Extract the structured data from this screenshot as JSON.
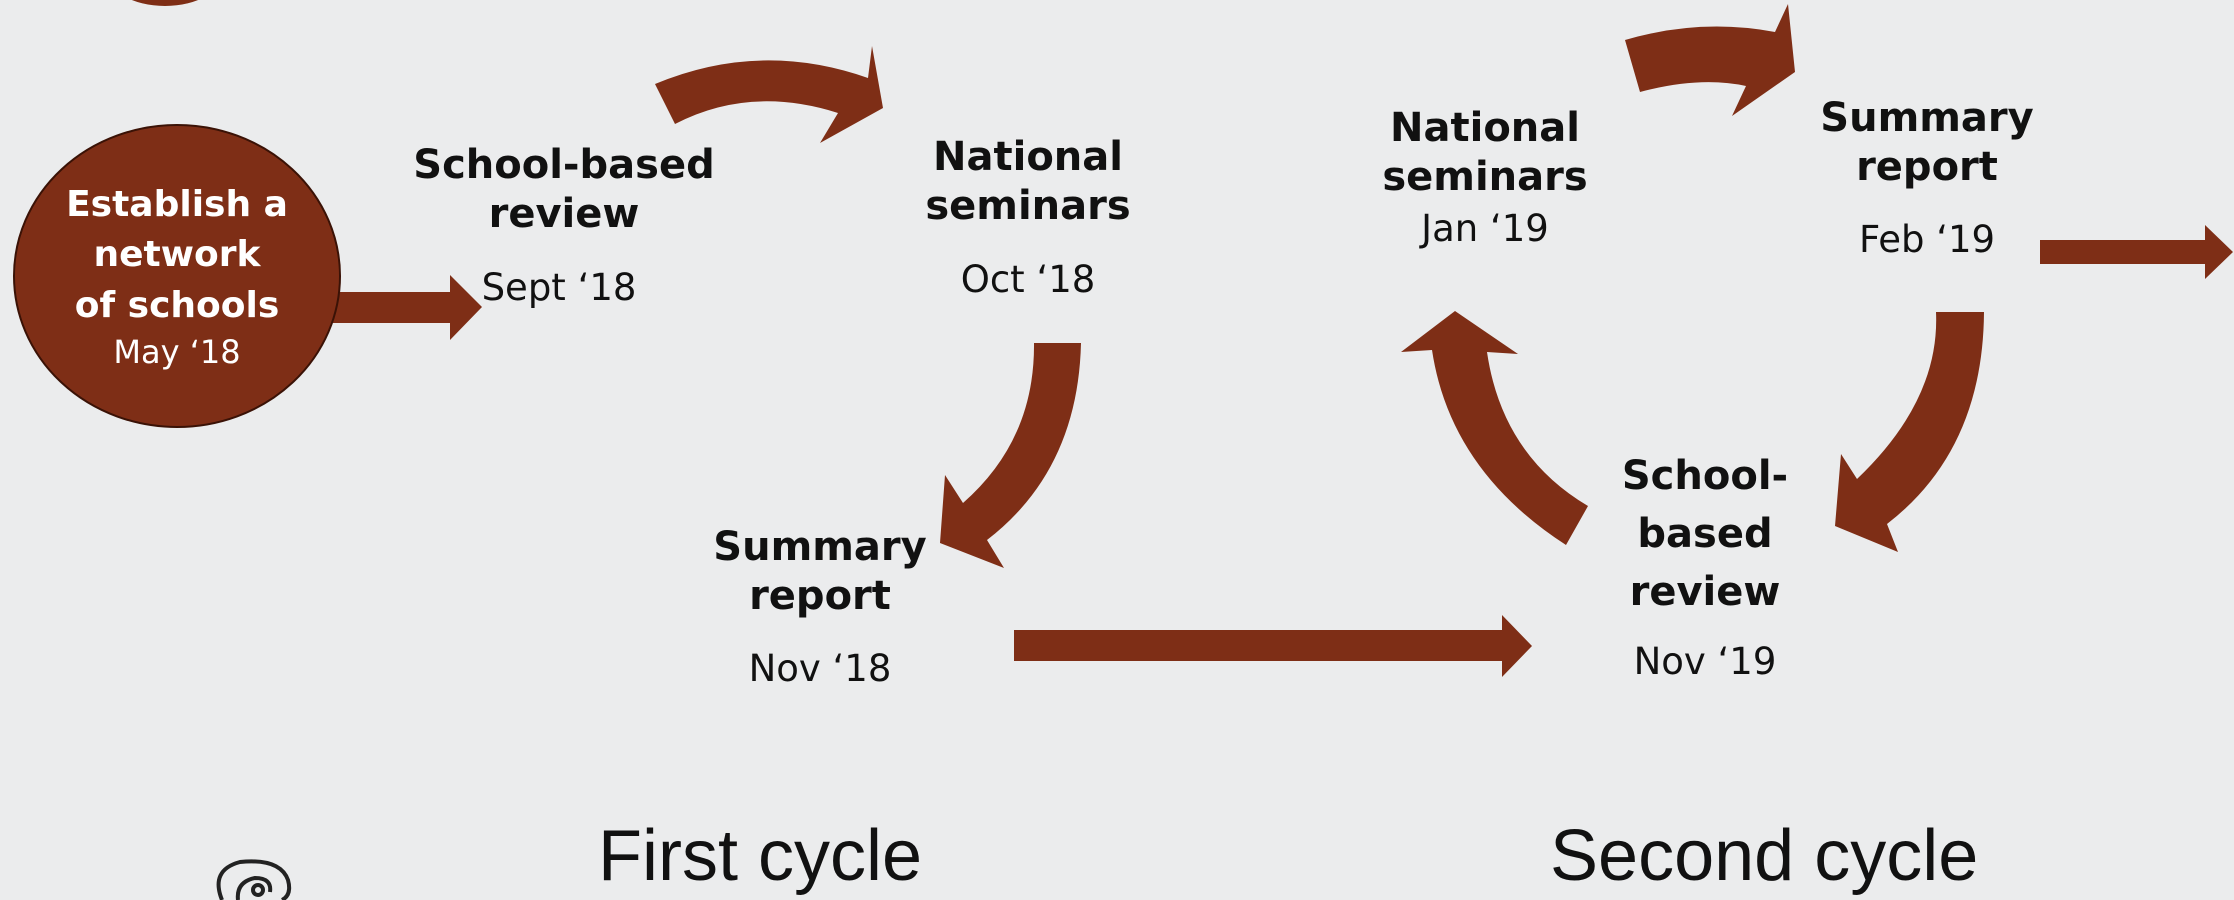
{
  "colors": {
    "arrow": "#7e2e16",
    "background": "#ebeced",
    "text": "#111111"
  },
  "start": {
    "title_lines": [
      "Establish a",
      "network",
      "of schools"
    ],
    "date": "May ‘18"
  },
  "first_cycle": {
    "label": "First cycle",
    "steps": [
      {
        "title_lines": [
          "School-based",
          "review"
        ],
        "date": "Sept ‘18"
      },
      {
        "title_lines": [
          "National",
          "seminars"
        ],
        "date": "Oct ‘18"
      },
      {
        "title_lines": [
          "Summary",
          "report"
        ],
        "date": "Nov ‘18"
      }
    ]
  },
  "second_cycle": {
    "label": "Second cycle",
    "steps": [
      {
        "title_lines": [
          "School-",
          "based",
          "review"
        ],
        "date": "Nov ‘19"
      },
      {
        "title_lines": [
          "National",
          "seminars"
        ],
        "date": "Jan ‘19"
      },
      {
        "title_lines": [
          "Summary",
          "report"
        ],
        "date": "Feb ‘19"
      }
    ]
  },
  "icons": {
    "logo": "swirl-logo-icon"
  }
}
